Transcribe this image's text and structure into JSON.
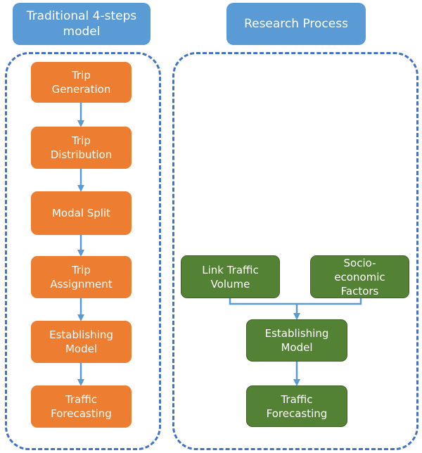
{
  "headers": {
    "left": "Traditional 4-steps\nmodel",
    "right": "Research Process"
  },
  "traditional_steps": [
    "Trip\nGeneration",
    "Trip\nDistribution",
    "Modal  Split",
    "Trip\nAssignment",
    "Establishing\nModel",
    "Traffic\nForecasting"
  ],
  "research": {
    "input_left": "Link Traffic\nVolume",
    "input_right": "Socio-\neconomic\nFactors",
    "model": "Establishing\nModel",
    "forecast": "Traffic\nForecasting"
  },
  "colors": {
    "header": "#5b9bd5",
    "orange": "#ed7d31",
    "green": "#548235",
    "arrow": "#5b9bd5",
    "dashed_border": "#4472c4"
  }
}
